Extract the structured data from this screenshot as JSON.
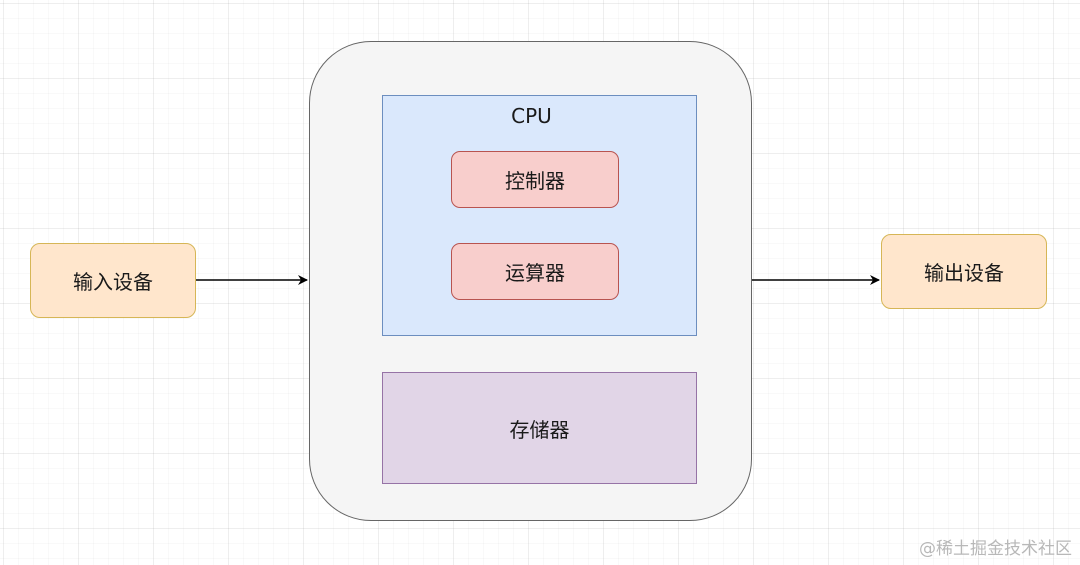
{
  "diagram": {
    "computer": {},
    "cpu": {
      "title": "CPU",
      "controller": "控制器",
      "alu": "运算器"
    },
    "memory": "存储器",
    "input_device": "输入设备",
    "output_device": "输出设备"
  },
  "watermark": "@稀土掘金技术社区",
  "colors": {
    "computer_fill": "#f5f5f5",
    "computer_stroke": "#666666",
    "cpu_fill": "#dae8fc",
    "cpu_stroke": "#6c8ebf",
    "unit_fill": "#f8cecc",
    "unit_stroke": "#b85450",
    "memory_fill": "#e1d5e7",
    "memory_stroke": "#9673a6",
    "io_fill": "#ffe6cc",
    "io_stroke": "#d6b656"
  }
}
